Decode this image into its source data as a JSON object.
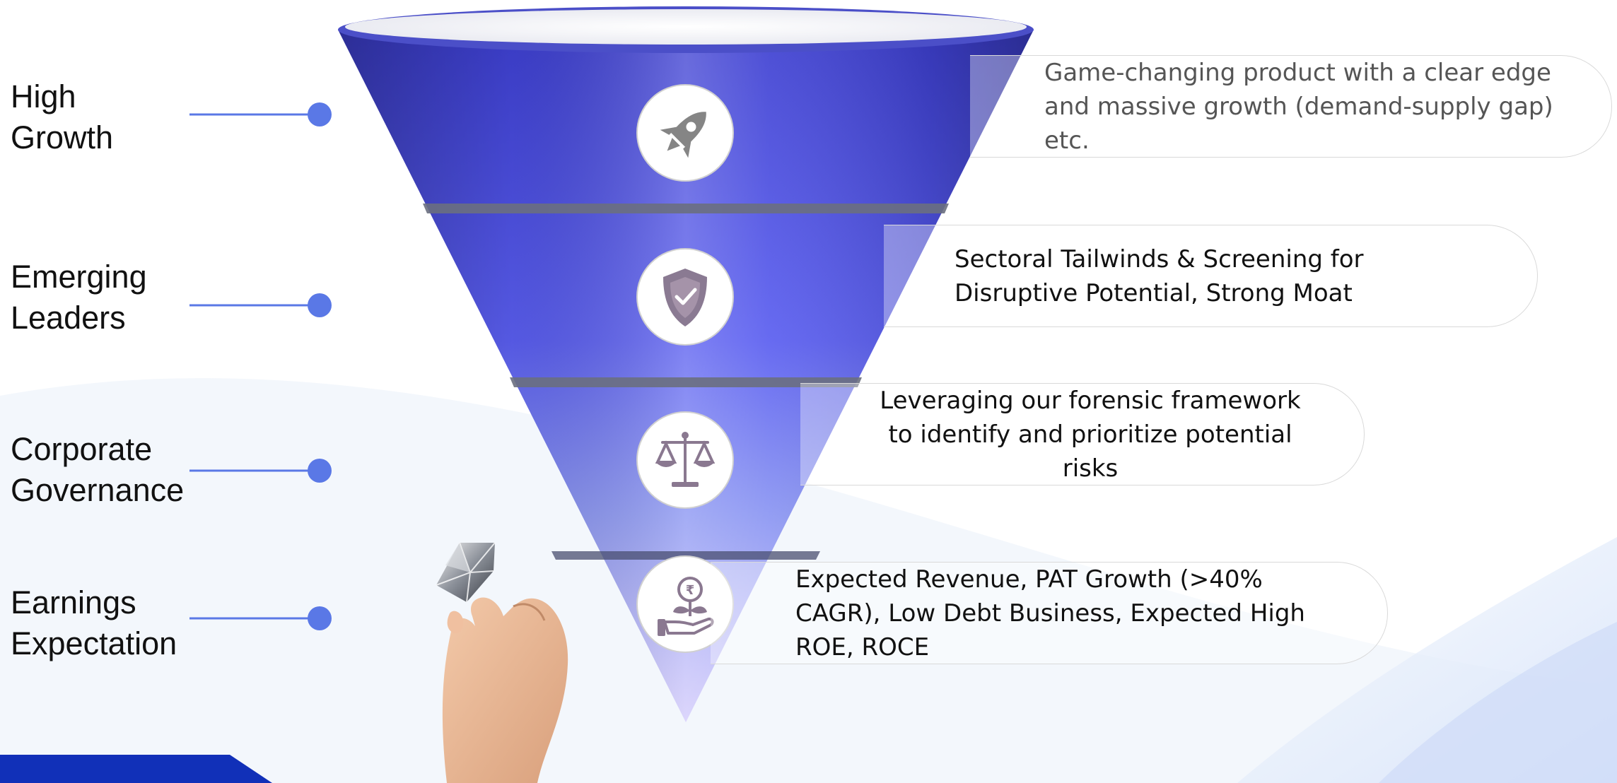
{
  "stages": [
    {
      "label_line1": "High",
      "label_line2": "Growth",
      "description": "Game-changing product with a clear edge and massive growth (demand-supply gap) etc.",
      "icon": "rocket-icon"
    },
    {
      "label_line1": "Emerging",
      "label_line2": "Leaders",
      "description": "Sectoral Tailwinds & Screening for Disruptive Potential, Strong Moat",
      "icon": "shield-check-icon"
    },
    {
      "label_line1": "Corporate",
      "label_line2": "Governance",
      "description": "Leveraging our forensic framework to identify and prioritize potential risks",
      "icon": "scales-icon"
    },
    {
      "label_line1": "Earnings",
      "label_line2": "Expectation",
      "description": "Expected Revenue, PAT Growth (>40% CAGR), Low Debt Business, Expected High ROE, ROCE",
      "icon": "rupee-plant-hand-icon"
    }
  ],
  "decorations": [
    "diamond-in-hand-image",
    "corner-banner"
  ],
  "colors": {
    "funnel_top": "#3d3fd0",
    "funnel_bottom": "#d3cbfb",
    "connector": "#5a78e6",
    "band": "#6a6f80",
    "label_text": "#111111",
    "description_text_top": "#555555",
    "description_text": "#111111",
    "banner": "#1130b8"
  }
}
